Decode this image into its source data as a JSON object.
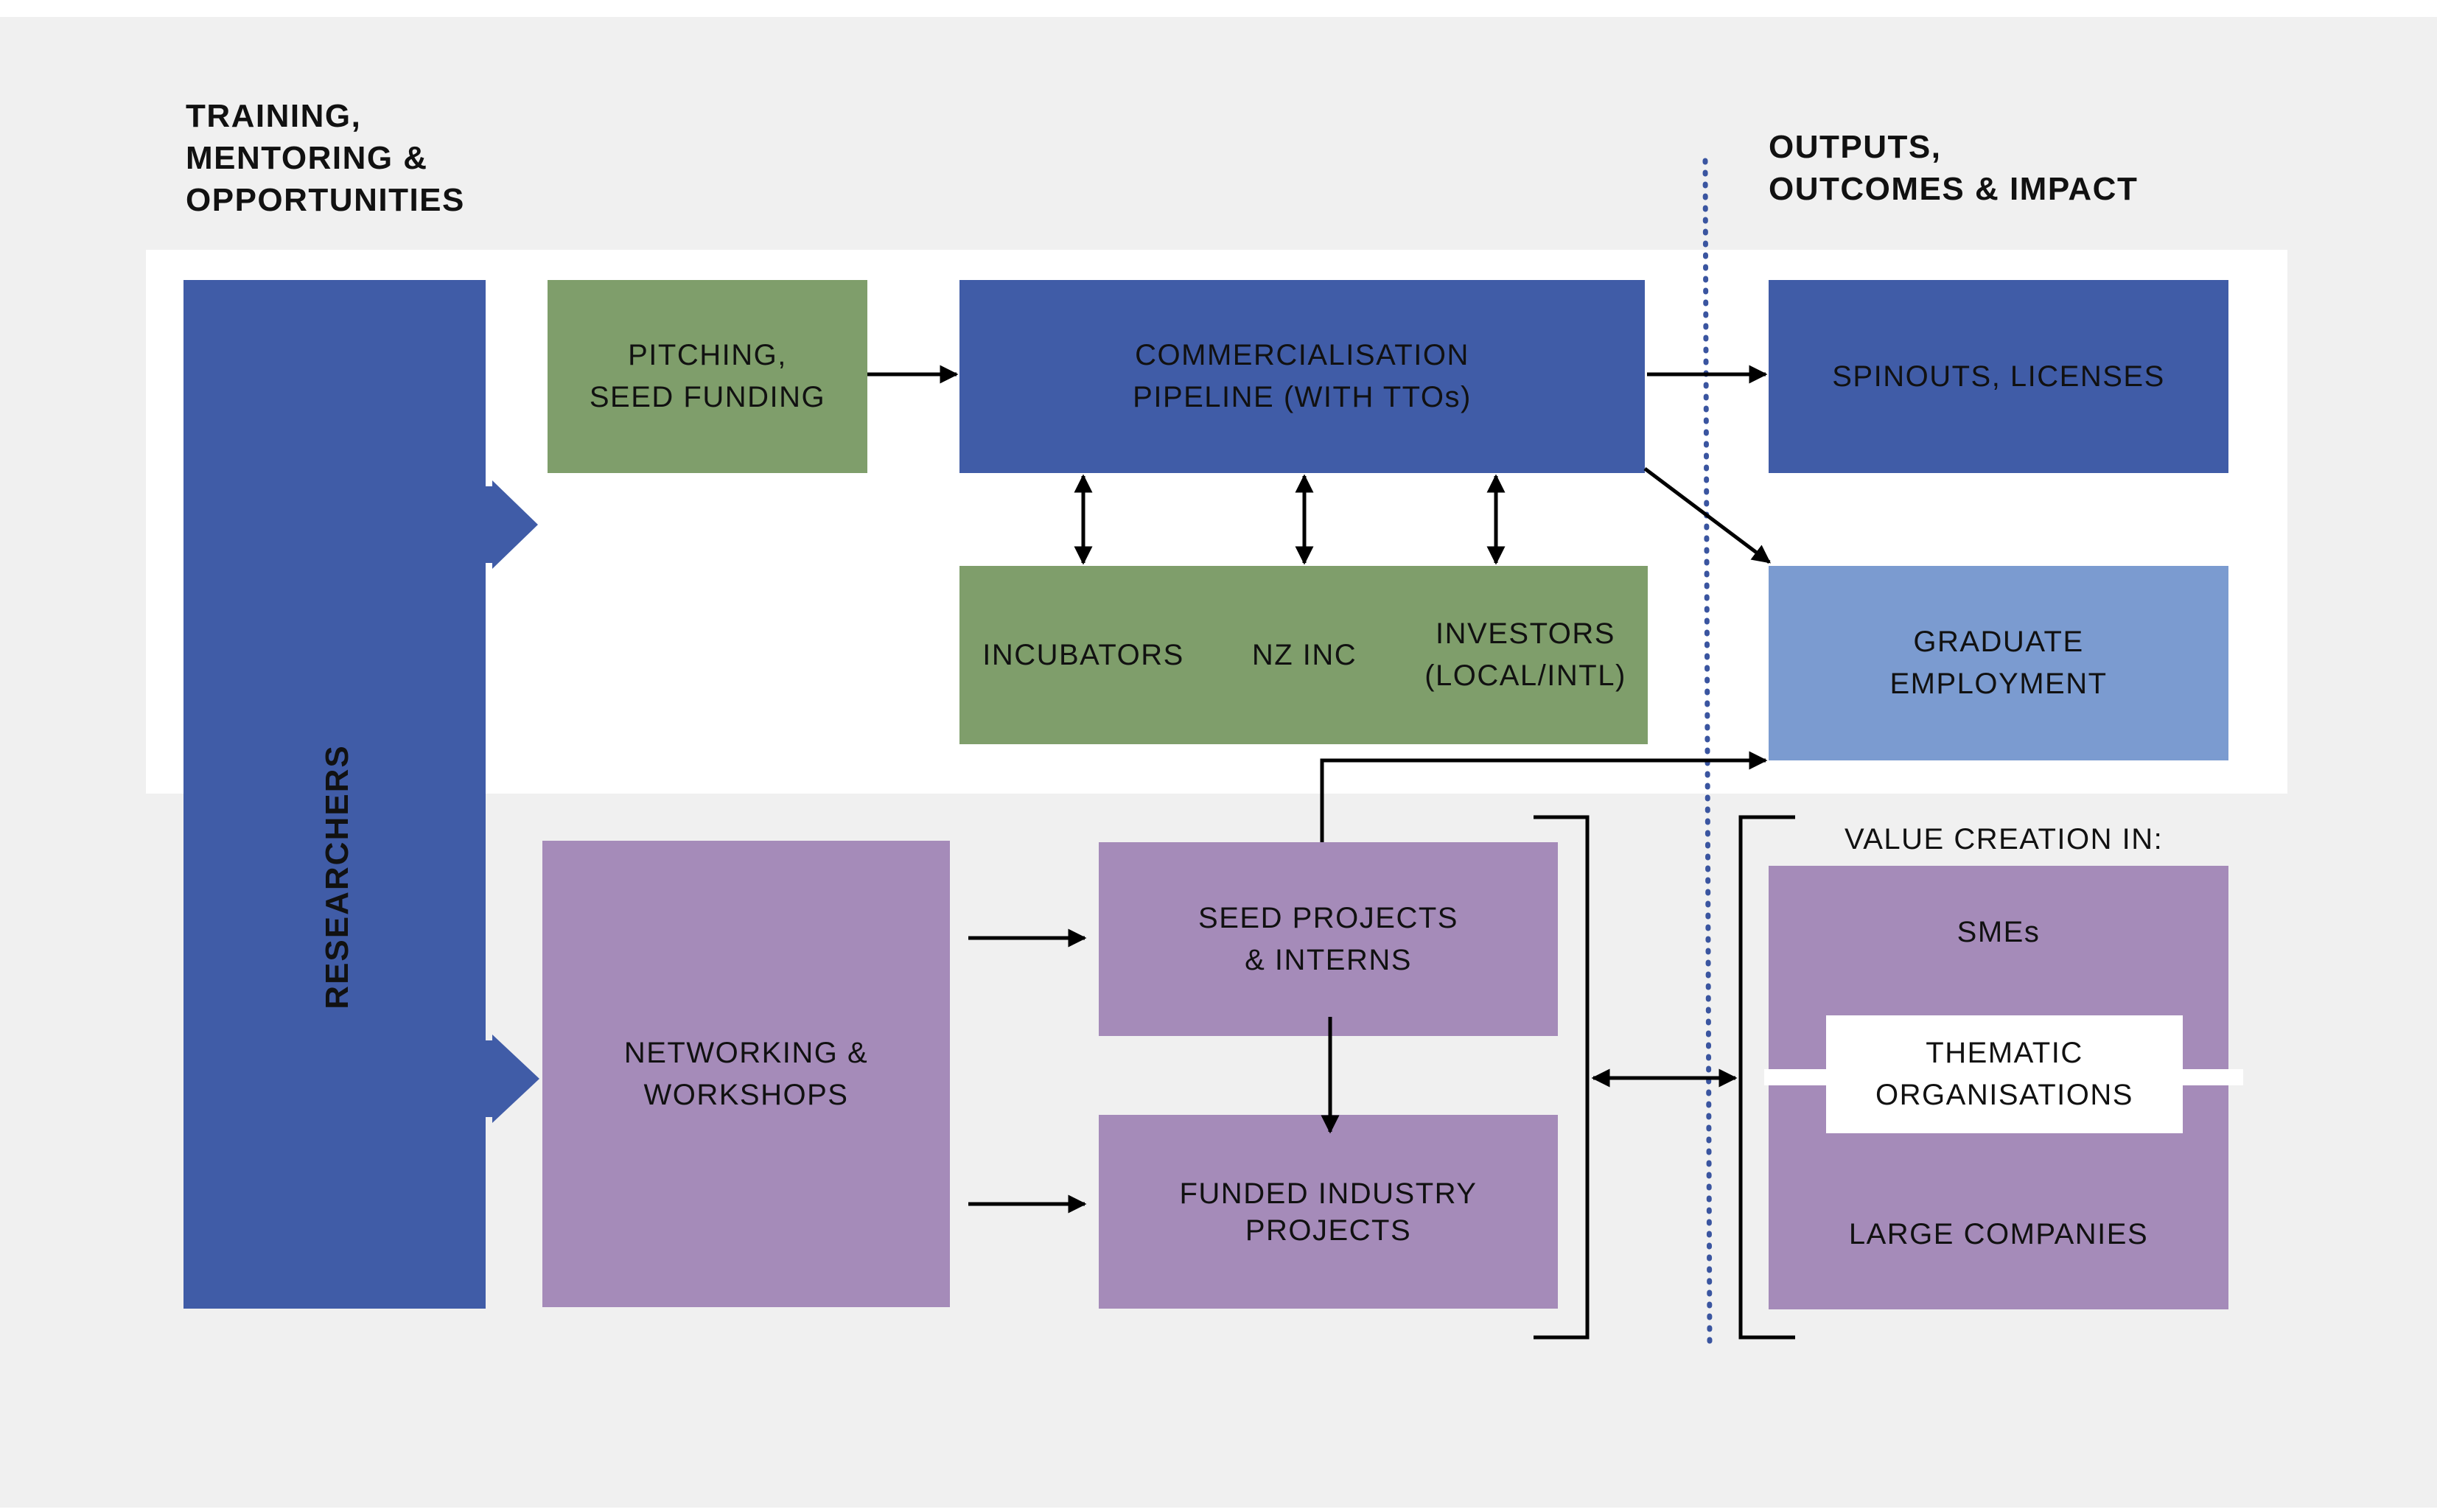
{
  "colors": {
    "blue": "#405ca7",
    "light_blue": "#7b9bd0",
    "green": "#7f9e6b",
    "purple": "#a58bb9",
    "dotted_line": "#3a55a0",
    "background": "#f0f0f0"
  },
  "headings": {
    "left": [
      "TRAINING,",
      "MENTORING &",
      "OPPORTUNITIES"
    ],
    "right": [
      "OUTPUTS,",
      "OUTCOMES & IMPACT"
    ]
  },
  "researchers": {
    "label": "RESEARCHERS"
  },
  "boxes": {
    "pitching": [
      "PITCHING,",
      "SEED FUNDING"
    ],
    "commercialisation": [
      "COMMERCIALISATION",
      "PIPELINE (WITH TTOs)"
    ],
    "spinouts": [
      "SPINOUTS, LICENSES"
    ],
    "incubators": [
      "INCUBATORS"
    ],
    "nz_inc": [
      "NZ INC"
    ],
    "investors": [
      "INVESTORS",
      "(LOCAL/INTL)"
    ],
    "graduate": [
      "GRADUATE",
      "EMPLOYMENT"
    ],
    "networking": [
      "NETWORKING &",
      "WORKSHOPS"
    ],
    "seed_projects": [
      "SEED PROJECTS",
      "& INTERNS"
    ],
    "funded_projects": [
      "FUNDED INDUSTRY",
      "PROJECTS"
    ],
    "smes": [
      "SMEs"
    ],
    "thematic": [
      "THEMATIC",
      "ORGANISATIONS"
    ],
    "large_companies": [
      "LARGE COMPANIES"
    ]
  },
  "value_creation_label": "VALUE CREATION IN:"
}
